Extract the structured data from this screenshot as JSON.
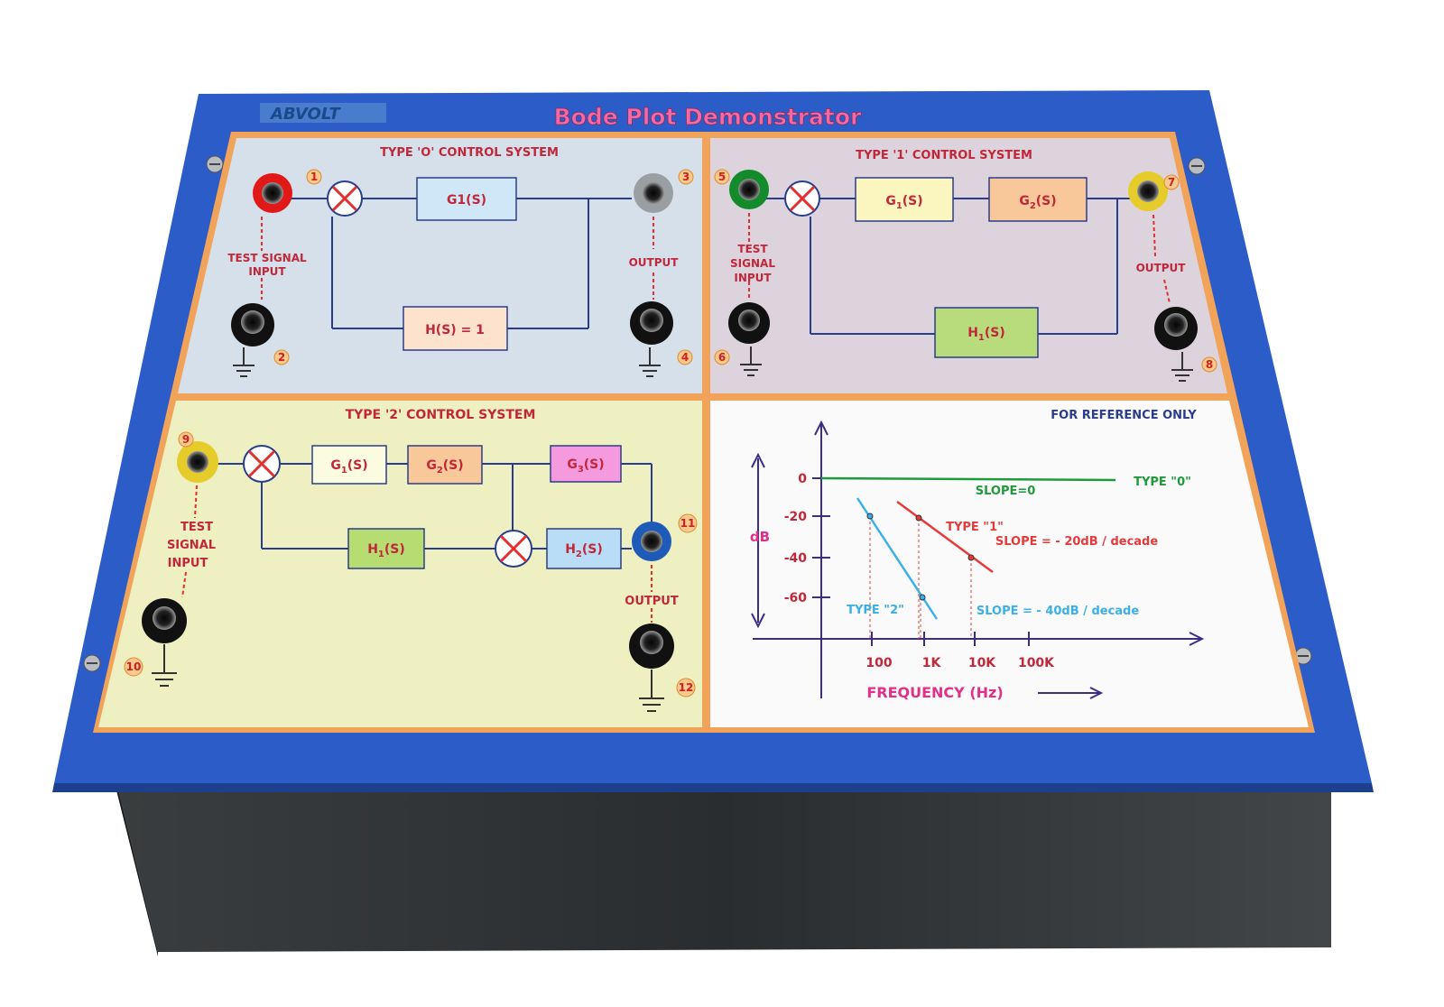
{
  "brand": "ABVOLT",
  "title": "Bode Plot Demonstrator",
  "colors": {
    "panel_blue": "#2f5fc4",
    "frame_orange": "#f0a25c",
    "box_dark": "#2e3235"
  },
  "type0": {
    "heading": "TYPE 'O' CONTROL SYSTEM",
    "g_label": "G1(S)",
    "h_label": "H(S) = 1",
    "input_label_1": "TEST SIGNAL",
    "input_label_2": "INPUT",
    "output_label": "OUTPUT",
    "n1": "1",
    "n2": "2",
    "n3": "3",
    "n4": "4"
  },
  "type1": {
    "heading": "TYPE '1' CONTROL SYSTEM",
    "g1_label": "G",
    "g1_sub": "1",
    "g2_label": "G",
    "g2_sub": "2",
    "h1_label": "H",
    "h1_sub": "1",
    "sfx": "(S)",
    "input_label_1": "TEST",
    "input_label_2": "SIGNAL",
    "input_label_3": "INPUT",
    "output_label": "OUTPUT",
    "n5": "5",
    "n6": "6",
    "n7": "7",
    "n8": "8"
  },
  "type2": {
    "heading": "TYPE '2' CONTROL SYSTEM",
    "g1": "G",
    "g1_sub": "1",
    "g2": "G",
    "g2_sub": "2",
    "g3": "G",
    "g3_sub": "3",
    "h1": "H",
    "h1_sub": "1",
    "h2": "H",
    "h2_sub": "2",
    "sfx": "(S)",
    "input_label_1": "TEST",
    "input_label_2": "SIGNAL",
    "input_label_3": "INPUT",
    "output_label": "OUTPUT",
    "n9": "9",
    "n10": "10",
    "n11": "11",
    "n12": "12"
  },
  "reference": {
    "note": "FOR REFERENCE ONLY",
    "ylabel": "dB",
    "xlabel": "FREQUENCY (Hz)",
    "y_ticks": [
      "0",
      "-20",
      "-40",
      "-60"
    ],
    "x_ticks": [
      "100",
      "1K",
      "10K",
      "100K"
    ],
    "type0_label": "TYPE \"0\"",
    "type0_slope": "SLOPE=0",
    "type1_label": "TYPE \"1\"",
    "type1_slope": "SLOPE = - 20dB / decade",
    "type2_label": "TYPE \"2\"",
    "type2_slope": "SLOPE = - 40dB / decade"
  }
}
